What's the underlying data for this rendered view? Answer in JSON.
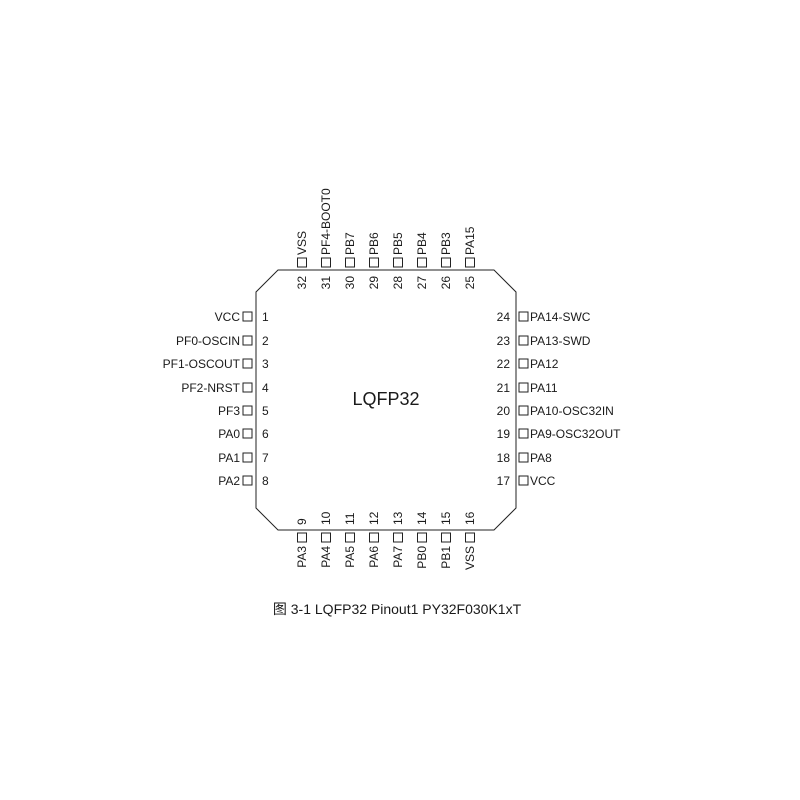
{
  "chip": {
    "label": "LQFP32"
  },
  "caption": "图 3-1 LQFP32 Pinout1 PY32F030K1xT",
  "pins": {
    "left": [
      {
        "num": "1",
        "name": "VCC"
      },
      {
        "num": "2",
        "name": "PF0-OSCIN"
      },
      {
        "num": "3",
        "name": "PF1-OSCOUT"
      },
      {
        "num": "4",
        "name": "PF2-NRST"
      },
      {
        "num": "5",
        "name": "PF3"
      },
      {
        "num": "6",
        "name": "PA0"
      },
      {
        "num": "7",
        "name": "PA1"
      },
      {
        "num": "8",
        "name": "PA2"
      }
    ],
    "bottom": [
      {
        "num": "9",
        "name": "PA3"
      },
      {
        "num": "10",
        "name": "PA4"
      },
      {
        "num": "11",
        "name": "PA5"
      },
      {
        "num": "12",
        "name": "PA6"
      },
      {
        "num": "13",
        "name": "PA7"
      },
      {
        "num": "14",
        "name": "PB0"
      },
      {
        "num": "15",
        "name": "PB1"
      },
      {
        "num": "16",
        "name": "VSS"
      }
    ],
    "right": [
      {
        "num": "17",
        "name": "VCC"
      },
      {
        "num": "18",
        "name": "PA8"
      },
      {
        "num": "19",
        "name": "PA9-OSC32OUT"
      },
      {
        "num": "20",
        "name": "PA10-OSC32IN"
      },
      {
        "num": "21",
        "name": "PA11"
      },
      {
        "num": "22",
        "name": "PA12"
      },
      {
        "num": "23",
        "name": "PA13-SWD"
      },
      {
        "num": "24",
        "name": "PA14-SWC"
      }
    ],
    "top": [
      {
        "num": "25",
        "name": "PA15"
      },
      {
        "num": "26",
        "name": "PB3"
      },
      {
        "num": "27",
        "name": "PB4"
      },
      {
        "num": "28",
        "name": "PB5"
      },
      {
        "num": "29",
        "name": "PB6"
      },
      {
        "num": "30",
        "name": "PB7"
      },
      {
        "num": "31",
        "name": "PF4-BOOT0"
      },
      {
        "num": "32",
        "name": "VSS"
      }
    ]
  }
}
